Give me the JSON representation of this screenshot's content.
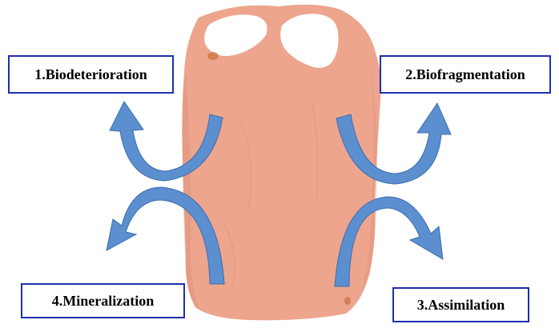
{
  "colors": {
    "bag_fill": "#eda58e",
    "bag_shade": "#d98a72",
    "bag_stain": "#c9703a",
    "arrow_fill": "#5b8fd0",
    "arrow_edge": "#3d6fae",
    "box_border": "#1f2fb0",
    "box_text": "#000000",
    "background": "#ffffff"
  },
  "icons": [
    "plastic-bag-illustration",
    "curved-arrow"
  ],
  "stages": [
    {
      "label": "1.Biodeterioration"
    },
    {
      "label": "2.Biofragmentation"
    },
    {
      "label": "3.Assimilation"
    },
    {
      "label": "4.Mineralization"
    }
  ]
}
